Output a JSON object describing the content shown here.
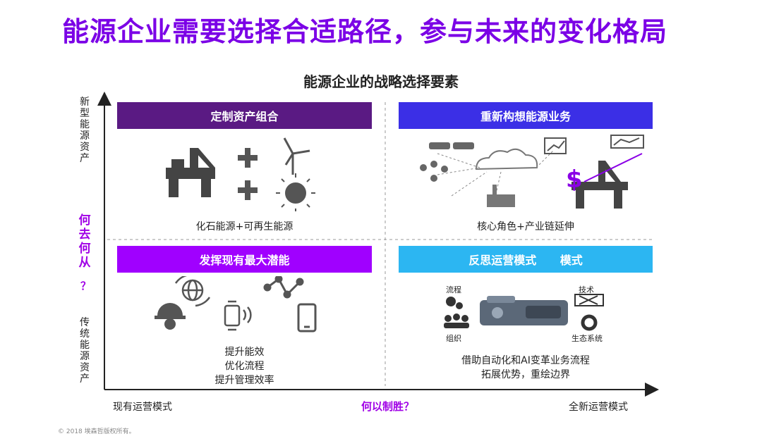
{
  "title": "能源企业需要选择合适路径，参与未来的变化格局",
  "subtitle": "能源企业的战略选择要素",
  "y_axis": {
    "top_label": "新型能源资产",
    "bottom_label": "传统能源资产",
    "question": "何去何从",
    "question_mark": "？"
  },
  "x_axis": {
    "left_label": "现有运营模式",
    "right_label": "全新运营模式",
    "question": "何以制胜？"
  },
  "quadrants": {
    "top_left": {
      "banner": "定制资产组合",
      "caption": "化石能源+可再生能源"
    },
    "top_right": {
      "banner": "重新构想能源业务",
      "caption": "核心角色+产业链延伸"
    },
    "bottom_left": {
      "banner": "发挥现有最大潜能",
      "caption_lines": [
        "提升能效",
        "优化流程",
        "提升管理效率"
      ]
    },
    "bottom_right": {
      "banner": "反思运营模式      模式",
      "caption_lines": [
        "借助自动化和AI变革业务流程",
        "拓展优势，重绘边界"
      ],
      "labels": {
        "process": "流程",
        "tech": "技术",
        "org": "组织",
        "ecosystem": "生态系统"
      }
    }
  },
  "copyright": "© 2018 埃森哲版权所有。",
  "colors": {
    "title": "#7b00e6",
    "banner_dark_purple": "#5a1a83",
    "banner_blue": "#3b2fe6",
    "banner_violet": "#a000ff",
    "banner_cyan": "#2cb6f2"
  }
}
